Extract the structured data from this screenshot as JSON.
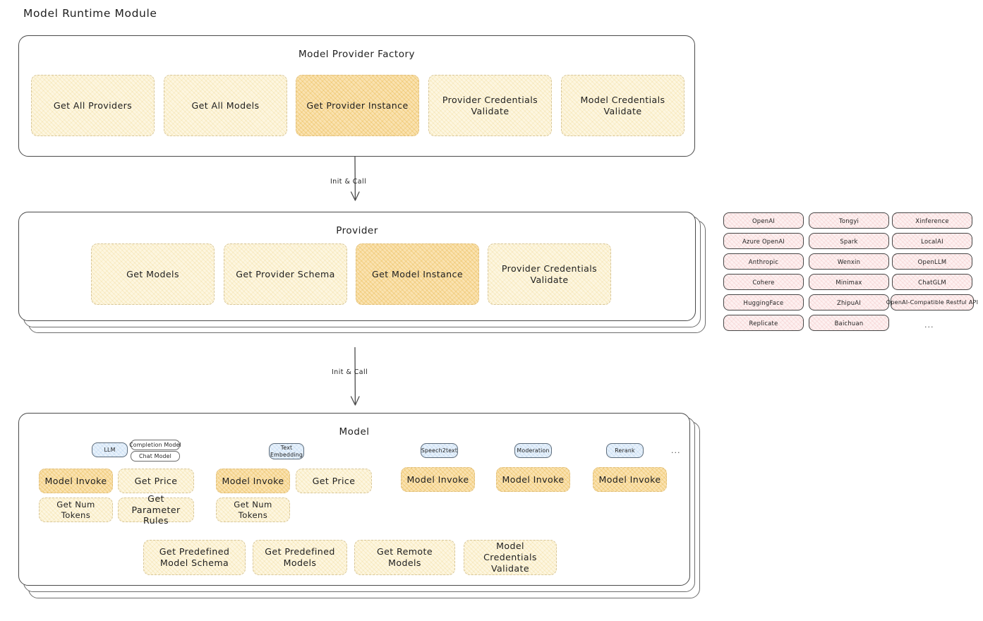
{
  "page": {
    "title": "Model Runtime Module"
  },
  "factory": {
    "title": "Model Provider Factory",
    "boxes": [
      {
        "label": "Get All Providers",
        "highlight": false
      },
      {
        "label": "Get All Models",
        "highlight": false
      },
      {
        "label": "Get Provider Instance",
        "highlight": true
      },
      {
        "label": "Provider Credentials Validate",
        "highlight": false
      },
      {
        "label": "Model Credentials Validate",
        "highlight": false
      }
    ]
  },
  "connector_1": {
    "label": "Init & Call"
  },
  "provider": {
    "title": "Provider",
    "boxes": [
      {
        "label": "Get Models",
        "highlight": false
      },
      {
        "label": "Get Provider Schema",
        "highlight": false
      },
      {
        "label": "Get Model Instance",
        "highlight": true
      },
      {
        "label": "Provider Credentials Validate",
        "highlight": false
      }
    ]
  },
  "provider_list": {
    "columns": [
      [
        "OpenAI",
        "Azure OpenAI",
        "Anthropic",
        "Cohere",
        "HuggingFace",
        "Replicate"
      ],
      [
        "Tongyi",
        "Spark",
        "Wenxin",
        "Minimax",
        "ZhipuAI",
        "Baichuan"
      ],
      [
        "Xinference",
        "LocalAI",
        "OpenLLM",
        "ChatGLM",
        "OpenAI-Compatible Restful API"
      ]
    ],
    "more": "..."
  },
  "connector_2": {
    "label": "Init & Call"
  },
  "model": {
    "title": "Model",
    "more": "...",
    "types": [
      {
        "name": "LLM",
        "subtypes": [
          "Completion Model",
          "Chat Model"
        ],
        "methods_row1": [
          {
            "label": "Model Invoke",
            "highlight": true
          },
          {
            "label": "Get Price",
            "highlight": false
          }
        ],
        "methods_row2": [
          {
            "label": "Get Num Tokens",
            "highlight": false
          },
          {
            "label": "Get Parameter Rules",
            "highlight": false
          }
        ]
      },
      {
        "name": "Text Embedding",
        "subtypes": [],
        "methods_row1": [
          {
            "label": "Model Invoke",
            "highlight": true
          },
          {
            "label": "Get Price",
            "highlight": false
          }
        ],
        "methods_row2": [
          {
            "label": "Get Num Tokens",
            "highlight": false
          }
        ]
      },
      {
        "name": "Speech2text",
        "subtypes": [],
        "methods_row1": [
          {
            "label": "Model Invoke",
            "highlight": true
          }
        ],
        "methods_row2": []
      },
      {
        "name": "Moderation",
        "subtypes": [],
        "methods_row1": [
          {
            "label": "Model Invoke",
            "highlight": true
          }
        ],
        "methods_row2": []
      },
      {
        "name": "Rerank",
        "subtypes": [],
        "methods_row1": [
          {
            "label": "Model Invoke",
            "highlight": true
          }
        ],
        "methods_row2": []
      }
    ],
    "common_methods": [
      {
        "label": "Get Predefined Model Schema"
      },
      {
        "label": "Get Predefined Models"
      },
      {
        "label": "Get Remote Models"
      },
      {
        "label": "Model Credentials Validate"
      }
    ]
  },
  "colors": {
    "method_fill": "#fdf6e0",
    "method_fill_highlight": "#fae2b0",
    "provider_chip_fill": "#fdf0f0",
    "type_chip_fill": "#e7f1fb",
    "stroke": "#1e1e1e"
  }
}
